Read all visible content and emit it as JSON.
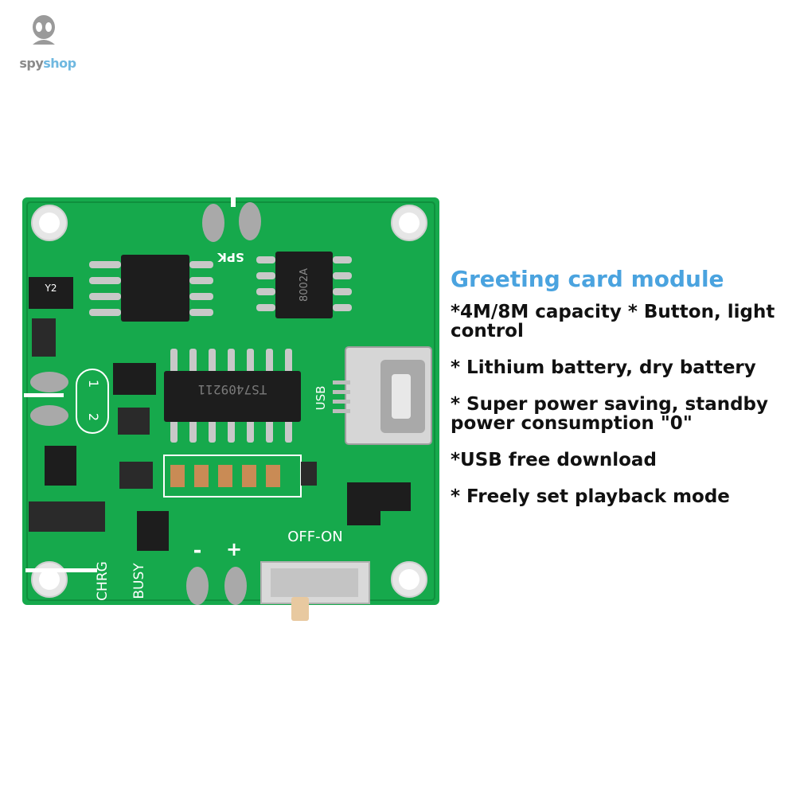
{
  "logo": {
    "part1": "spy",
    "part2": "shop"
  },
  "product": {
    "title": "Greeting card module",
    "features": [
      "*4M/8M capacity * Button, light control",
      "* Lithium battery, dry battery",
      "* Super power saving, standby power consumption \"0\"",
      "*USB free download",
      "* Freely set playback mode"
    ]
  },
  "board_labels": {
    "spk": "SPK",
    "usb": "USB",
    "off_on": "OFF-ON",
    "chrg": "CHRG",
    "busy": "BUSY",
    "minus": "-",
    "plus": "+",
    "one": "1",
    "two": "2",
    "y2": "Y2",
    "chip_main": "TS7409211",
    "chip_amp": "8002A"
  },
  "colors": {
    "board": "#16a94c",
    "title": "#4aa3df",
    "logo_grey": "#8a8a8a",
    "logo_blue": "#6fb8e0"
  }
}
